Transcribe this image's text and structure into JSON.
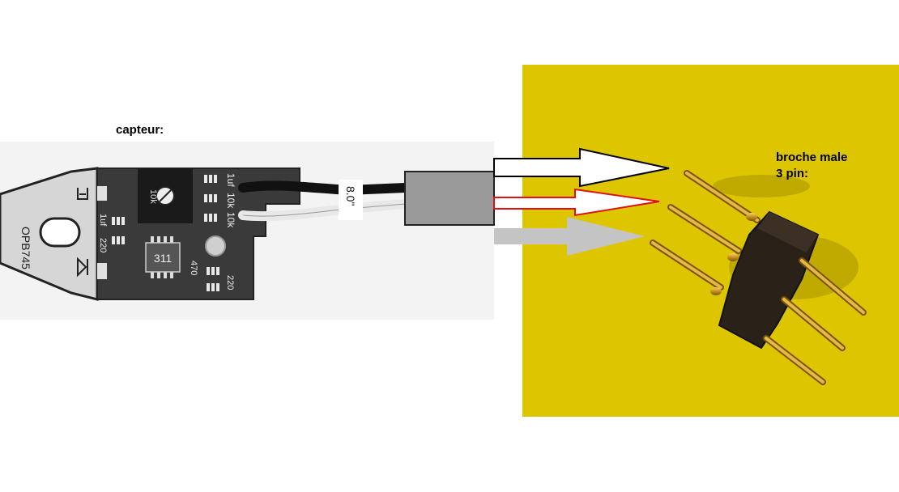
{
  "labels": {
    "sensor_title": "capteur:",
    "connector_title": "broche male\n3 pin:"
  },
  "pcb": {
    "part_number": "OPB745",
    "trimmer_value": "10k",
    "ic_label": "311",
    "components": {
      "c1": "1uf",
      "r1": "10k",
      "r2": "10k",
      "c2": "1uf",
      "r3": "220",
      "r4": "470",
      "r5": "220"
    }
  },
  "cable": {
    "length_label": "8.0\""
  },
  "colors": {
    "background": "#ffffff",
    "photo_background": "#ddc600",
    "pcb": "#3a3a3a",
    "wire_black": "#111111",
    "wire_red": "#e01010",
    "wire_gray": "#c4c4c4",
    "pin_gold": "#d4a020"
  },
  "arrows": [
    {
      "name": "black-wire-arrow",
      "color": "#000000"
    },
    {
      "name": "red-wire-arrow",
      "color": "#e01010"
    },
    {
      "name": "gray-wire-arrow",
      "color": "#c4c4c4"
    }
  ]
}
